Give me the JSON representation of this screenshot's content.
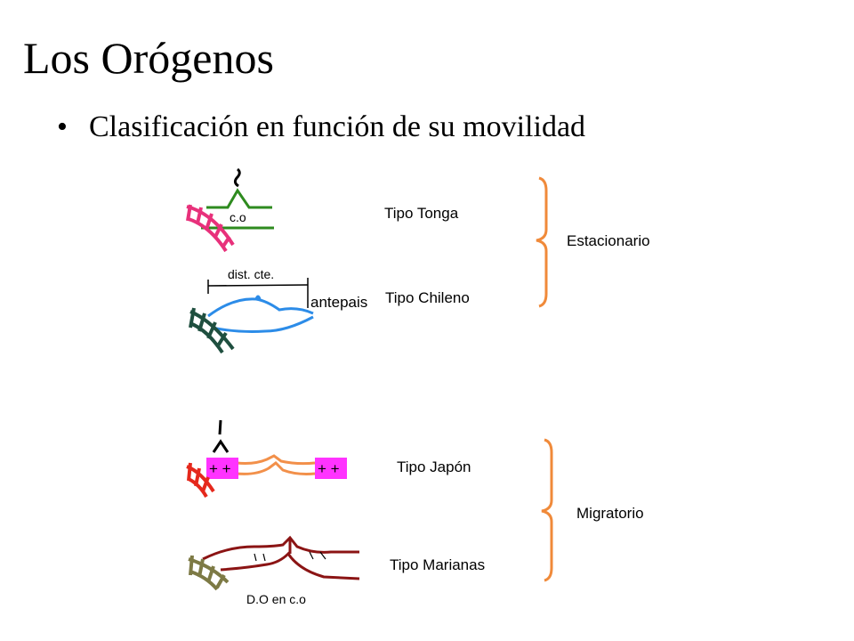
{
  "title": "Los Orógenos",
  "bullet": "Clasificación en función de su movilidad",
  "diagram": {
    "tonga": {
      "label": "Tipo Tonga",
      "sublabel": "c.o"
    },
    "chileno": {
      "label": "Tipo Chileno",
      "dist_label": "dist. cte.",
      "side_label": "antepais"
    },
    "japon": {
      "label": "Tipo Japón",
      "block_label": "+ +"
    },
    "marianas": {
      "label": "Tipo Marianas",
      "bottom_label": "D.O en c.o"
    },
    "group_estacionario": "Estacionario",
    "group_migratorio": "Migratorio"
  },
  "colors": {
    "pink_slab": "#e8317b",
    "green": "#2e8b1f",
    "dark_teal": "#1f4f3f",
    "blue": "#2c8ce8",
    "red_slab": "#e5281c",
    "magenta_block": "#ff33ff",
    "orange": "#f2904a",
    "maroon": "#8b1414",
    "olive": "#7d7a45",
    "bracket": "#f08a3a"
  }
}
